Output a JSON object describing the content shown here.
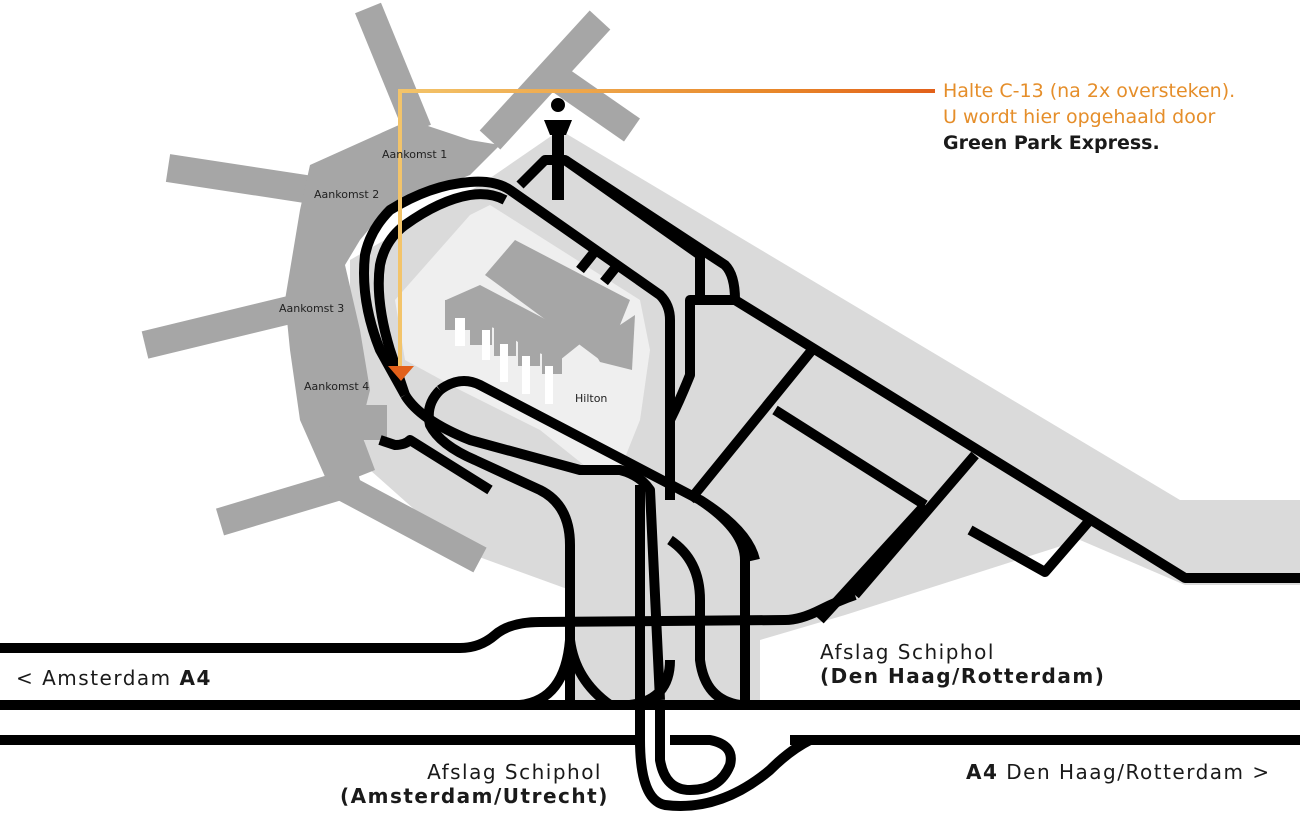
{
  "arrivals": {
    "a1": "Aankomst 1",
    "a2": "Aankomst 2",
    "a3": "Aankomst 3",
    "a4": "Aankomst 4"
  },
  "hotel": "Hilton",
  "halte": {
    "line1": "Halte C-13 (na 2x oversteken).",
    "line2": "U wordt hier opgehaald door",
    "line3": "Green Park Express."
  },
  "roads": {
    "amsterdam_a4": {
      "prefix": "< Amsterdam",
      "bold": "A4"
    },
    "exit_den_haag": {
      "line1": "Afslag Schiphol",
      "line2": "(Den Haag/Rotterdam)"
    },
    "exit_amsterdam": {
      "line1": "Afslag Schiphol",
      "line2": "(Amsterdam/Utrecht)"
    },
    "a4_den_haag": {
      "bold": "A4",
      "suffix": "Den Haag/Rotterdam >"
    }
  },
  "colors": {
    "route": "#e8872a",
    "road": "#000000",
    "terminal": "#a6a6a6",
    "ground": "#dadada"
  },
  "icons": {
    "control_tower": "control-tower-icon",
    "arrow_head": "arrow-down-icon"
  }
}
